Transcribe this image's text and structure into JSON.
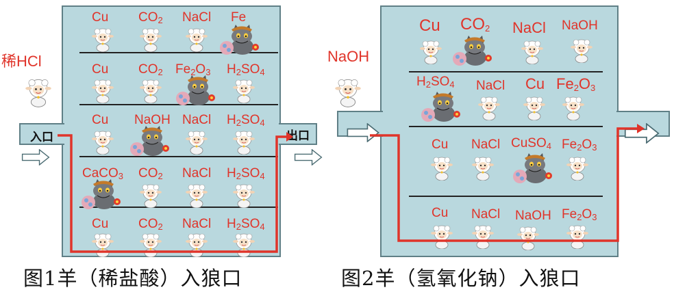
{
  "fig1": {
    "reagent": "稀HCl",
    "entry_label": "入口",
    "exit_label": "出口",
    "caption": "图1羊（稀盐酸）入狼口",
    "rows": [
      [
        "Cu",
        "CO2",
        "NaCl",
        "Fe"
      ],
      [
        "Cu",
        "CO2",
        "Fe2O3",
        "H2SO4"
      ],
      [
        "Cu",
        "NaOH",
        "NaCl",
        "H2SO4"
      ],
      [
        "CaCO3",
        "CO2",
        "NaCl",
        "H2SO4"
      ],
      [
        "Cu",
        "CO2",
        "NaCl",
        "H2SO4"
      ]
    ],
    "wolves": [
      "Fe",
      "Fe2O3",
      "NaOH",
      "CaCO3"
    ]
  },
  "fig2": {
    "reagent": "NaOH",
    "caption": "图2羊（氢氧化钠）入狼口",
    "rows": [
      [
        "Cu",
        "CO2",
        "NaCl",
        "NaOH"
      ],
      [
        "H2SO4",
        "NaCl",
        "Cu",
        "Fe2O3"
      ],
      [
        "Cu",
        "NaCl",
        "CuSO4",
        "Fe2O3"
      ],
      [
        "Cu",
        "NaCl",
        "NaOH",
        "Fe2O3"
      ]
    ],
    "wolves": [
      "CO2",
      "H2SO4",
      "CuSO4"
    ]
  },
  "colors": {
    "wall": "#b9d8de",
    "path": "#e0342a",
    "text": "#e0342a"
  }
}
